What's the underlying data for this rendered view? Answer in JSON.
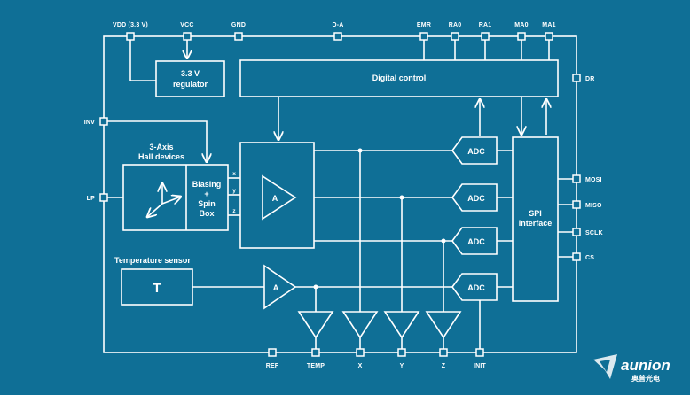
{
  "colors": {
    "background": "#0f6f96",
    "foreground": "#ffffff"
  },
  "pins": {
    "top": [
      "VDD (3.3 V)",
      "VCC",
      "GND",
      "D-A",
      "EMR",
      "RA0",
      "RA1",
      "MA0",
      "MA1"
    ],
    "left": [
      "INV",
      "LP"
    ],
    "right": [
      "DR",
      "MOSI",
      "MISO",
      "SCLK",
      "CS"
    ],
    "bottom": [
      "REF",
      "TEMP",
      "X",
      "Y",
      "Z",
      "INIT"
    ]
  },
  "blocks": {
    "regulator": [
      "3.3 V",
      "regulator"
    ],
    "digital_control": "Digital control",
    "hall_title": [
      "3-Axis",
      "Hall devices"
    ],
    "biasing": [
      "Biasing",
      "+",
      "Spin",
      "Box"
    ],
    "axis_taps": [
      "x",
      "y",
      "z"
    ],
    "amp_label": "A",
    "temp_amp_label": "A",
    "adc_label": "ADC",
    "spi": [
      "SPI",
      "interface"
    ],
    "temp_sensor_title": "Temperature sensor",
    "temp_sensor_symbol": "T"
  },
  "logo": {
    "text": "aunion",
    "subtext": "奥普光电"
  },
  "icons": [
    "hall-axes-icon",
    "amplifier-icon",
    "adc-icon",
    "buffer-icon",
    "arrow-icon",
    "logo-icon"
  ]
}
